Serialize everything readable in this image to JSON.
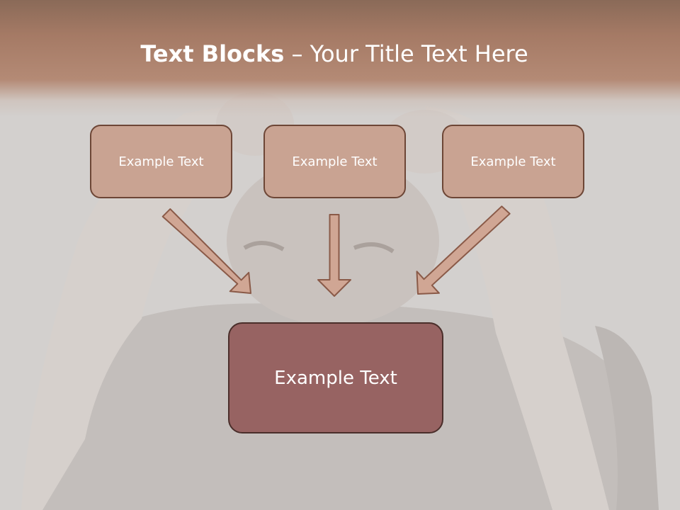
{
  "title": {
    "bold": "Text Blocks",
    "separator": " – ",
    "rest": "Your Title Text Here"
  },
  "boxes": {
    "top": [
      "Example Text",
      "Example Text",
      "Example Text"
    ],
    "bottom": "Example Text"
  },
  "colors": {
    "title_band": "#a57a65",
    "small_box_fill": "#c9a392",
    "small_box_border": "#6d4636",
    "big_box_fill": "#976362",
    "arrow_fill": "#d0a694",
    "arrow_stroke": "#8a5a48"
  }
}
